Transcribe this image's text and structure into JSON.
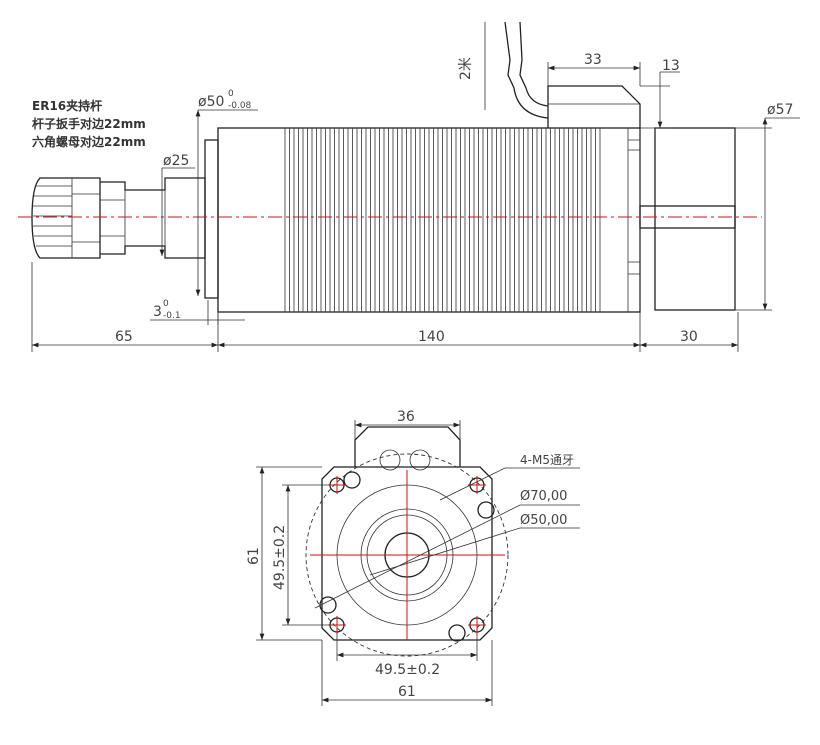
{
  "side_view": {
    "notes": [
      "ER16夹持杆",
      "杆子扳手对边22mm",
      "六角螺母对边22mm"
    ],
    "flange_dia": {
      "main": "ø50",
      "sup": "0",
      "sub": "-0.08"
    },
    "shaft_dia": "ø25",
    "flange_thickness": {
      "main": "3",
      "sup": "0",
      "sub": "-0.1"
    },
    "cable_length": "2米",
    "connector_length": "33",
    "connector_height": "13",
    "encoder_dia": "ø57",
    "length_collet": "65",
    "length_body": "140",
    "length_rear": "30"
  },
  "front_view": {
    "connector_width": "36",
    "thread_note": "4-M5通牙",
    "pcd_outer": "Ø70,00",
    "pcd_inner": "Ø50,00",
    "height_outer": "61",
    "height_hole_spacing": "49.5±0.2",
    "width_hole_spacing": "49.5±0.2",
    "width_outer": "61"
  }
}
